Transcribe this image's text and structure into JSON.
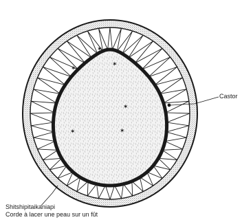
{
  "labels": {
    "castor": "Castor",
    "cord_name": "Shitshipitaikaniapi",
    "cord_description": "Corde à lacer une peau sur un fût"
  },
  "colors": {
    "ink": "#1a1a1a",
    "hide_fill": "#f1f1f1",
    "frame_stipple": "#bdbdbd",
    "background": "#ffffff"
  }
}
